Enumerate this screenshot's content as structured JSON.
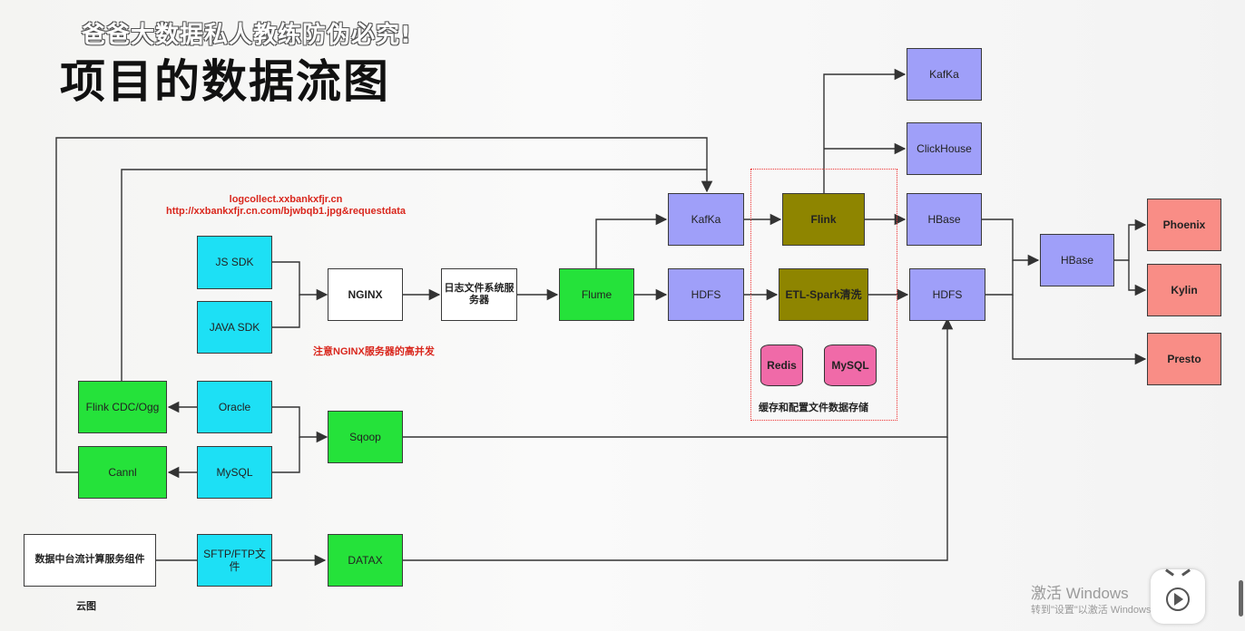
{
  "header": {
    "watermark": "爸爸大数据私人教练防伪必究!",
    "title": "项目的数据流图"
  },
  "annotations": {
    "url_line1": "logcollect.xxbankxfjr.cn",
    "url_line2": "http://xxbankxfjr.cn.com/bjwbqb1.jpg&requestdata",
    "nginx_note": "注意NGINX服务器的高并发",
    "cache_note": "缓存和配置文件数据存储",
    "cloud_label": "云图"
  },
  "nodes": {
    "js_sdk": "JS SDK",
    "java_sdk": "JAVA SDK",
    "nginx": "NGINX",
    "log_server": "日志文件系统服务器",
    "flume": "Flume",
    "kafka_mid": "KafKa",
    "hdfs_mid": "HDFS",
    "flink": "Flink",
    "etl_spark": "ETL-Spark清洗",
    "redis": "Redis",
    "mysql_cache": "MySQL",
    "kafka_out": "KafKa",
    "clickhouse": "ClickHouse",
    "hbase_out": "HBase",
    "hdfs_out": "HDFS",
    "hbase_final": "HBase",
    "phoenix": "Phoenix",
    "kylin": "Kylin",
    "presto": "Presto",
    "oracle": "Oracle",
    "mysql_src": "MySQL",
    "flink_cdc": "Flink CDC/Ogg",
    "canal": "Cannl",
    "sqoop": "Sqoop",
    "data_platform": "数据中台流计算服务组件",
    "sftp": "SFTP/FTP文件",
    "datax": "DATAX"
  },
  "windows_activation": {
    "line1": "激活 Windows",
    "line2": "转到\"设置\"以激活 Windows。"
  },
  "colors": {
    "blue": "#9f9ff9",
    "cyan": "#1de0f5",
    "green": "#25e23a",
    "olive": "#8e8500",
    "salmon": "#f98d86",
    "pink": "#f06aa8",
    "white": "#ffffff",
    "red_text": "#d9261c"
  }
}
